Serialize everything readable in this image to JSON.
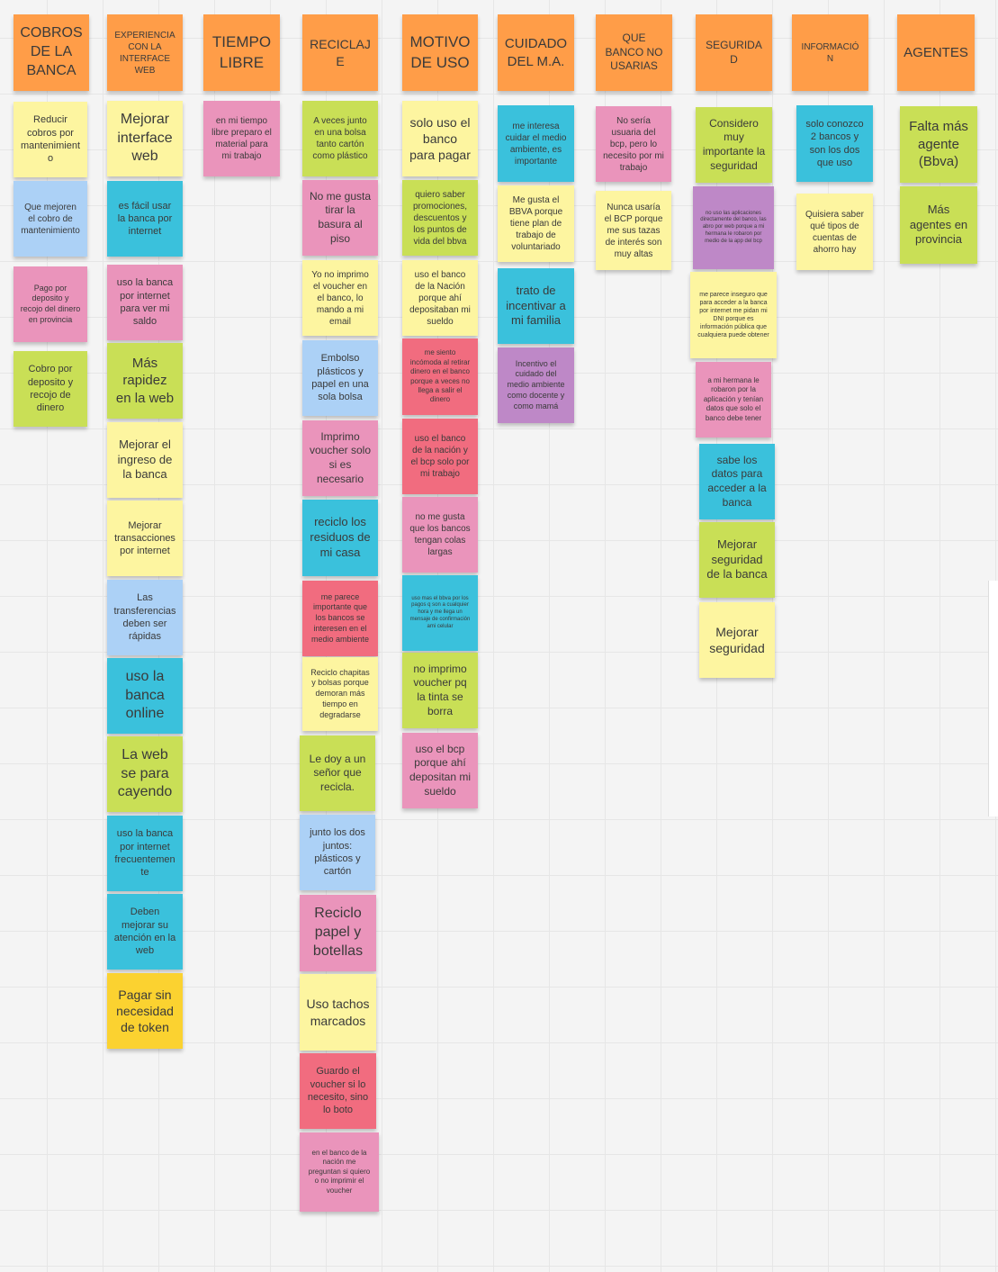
{
  "columns": [
    {
      "header": "COBROS DE LA BANCA",
      "notes": [
        "Reducir cobros por mantenimiento",
        "Que mejoren el cobro de mantenimiento",
        "Pago por deposito y recojo del dinero en provincia",
        "Cobro por deposito y recojo de dinero"
      ]
    },
    {
      "header": "EXPERIENCIA CON LA INTERFACE WEB",
      "notes": [
        "Mejorar interface web",
        "es fácil usar la banca por internet",
        "uso la banca por internet para ver mi saldo",
        "Más rapidez en la web",
        "Mejorar el ingreso de la banca",
        "Mejorar transacciones por internet",
        "Las transferencias deben ser rápidas",
        "uso la banca online",
        "La web se para cayendo",
        "uso la banca por internet frecuentemente",
        "Deben mejorar su atención en la web",
        "Pagar sin necesidad de token"
      ]
    },
    {
      "header": "TIEMPO LIBRE",
      "notes": [
        "en mi tiempo libre preparo el material para mi trabajo"
      ]
    },
    {
      "header": "RECICLAJE",
      "notes": [
        "A veces junto en una bolsa tanto cartón como plástico",
        "No me gusta tirar la basura al piso",
        "Yo no imprimo el voucher en el banco, lo mando a mi email",
        "Embolso plásticos y papel en una sola bolsa",
        "Imprimo voucher solo si es necesario",
        "reciclo los residuos de mi casa",
        "me parece importante que los bancos se interesen en el medio ambiente",
        "Reciclo chapitas y bolsas porque demoran más tiempo en degradarse",
        "Le doy a un señor que recicla.",
        "junto los dos juntos: plásticos y cartón",
        "Reciclo papel y botellas",
        "Uso tachos marcados",
        "Guardo el voucher si lo necesito, sino lo boto",
        "en el banco de la nación me preguntan si quiero o no imprimir el voucher"
      ]
    },
    {
      "header": "MOTIVO DE USO",
      "notes": [
        "solo uso el banco para pagar",
        "quiero saber promociones, descuentos y los puntos de vida del bbva",
        "uso el banco de la Nación porque ahí depositaban mi sueldo",
        "me siento incómoda al retirar dinero en el banco porque a veces no llega a salir el dinero",
        "uso el banco de la nación y el bcp solo por mi trabajo",
        "no me gusta que los bancos tengan colas largas",
        "uso mas el bbva por los pagos q son a cualquier hora y me llega un mensaje de confirmación ami celular",
        "no imprimo voucher pq la tinta se borra",
        "uso el bcp porque ahí depositan mi sueldo"
      ]
    },
    {
      "header": "CUIDADO DEL M.A.",
      "notes": [
        "me interesa cuidar el medio ambiente, es importante",
        "Me gusta el BBVA porque tiene plan de trabajo de voluntariado",
        "trato de incentivar a mi familia",
        "Incentivo el cuidado del medio ambiente como docente y como mamá"
      ]
    },
    {
      "header": "QUE BANCO NO USARIAS",
      "notes": [
        "No sería usuaria del bcp, pero lo necesito por mi trabajo",
        "Nunca usaría el BCP porque me sus tazas de interés son muy altas"
      ]
    },
    {
      "header": "SEGURIDAD",
      "notes": [
        "Considero muy importante la seguridad",
        "no uso las aplicaciones directamente del banco, las abro por web porque a mi hermana le robaron por medio de la app del bcp",
        "me parece inseguro que para acceder a la banca por internet me pidan mi DNI porque es información pública que cualquiera puede obtener",
        "a mi hermana le robaron por la aplicación y tenían datos que solo el banco debe tener",
        "sabe los datos para acceder a la banca",
        "Mejorar seguridad de la banca",
        "Mejorar seguridad"
      ]
    },
    {
      "header": "INFORMACIÓN",
      "notes": [
        "solo conozco 2 bancos y son los dos que uso",
        "Quisiera saber qué tipos de cuentas de ahorro hay"
      ]
    },
    {
      "header": "AGENTES",
      "notes": [
        "Falta más agente (Bbva)",
        "Más agentes en provincia"
      ]
    }
  ],
  "colors": {
    "orange": "#ff9d48",
    "yellow": "#fdf5a0",
    "blue": "#acd1f6",
    "pink": "#ea94bb",
    "green": "#c9df56",
    "cyan": "#3ac1dc",
    "purple": "#be88c7",
    "red": "#f16c7f",
    "gold": "#fbd230"
  }
}
